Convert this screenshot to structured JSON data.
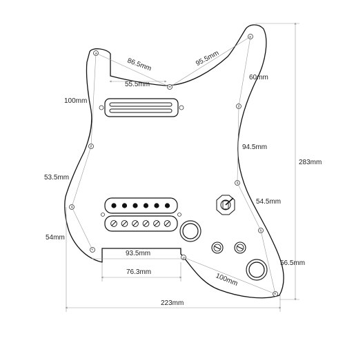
{
  "dimensions": {
    "d_86_5": "86.5mm",
    "d_95_5": "95.5mm",
    "d_55_5": "55.5mm",
    "d_60": "60mm",
    "d_100_left": "100mm",
    "d_283": "283mm",
    "d_94_5": "94.5mm",
    "d_53_5": "53.5mm",
    "d_54_5": "54.5mm",
    "d_54": "54mm",
    "d_93_5": "93.5mm",
    "d_56_5": "56.5mm",
    "d_76_3": "76.3mm",
    "d_100_bottom": "100mm",
    "d_223": "223mm"
  },
  "colors": {
    "pickguard": "#ffffff",
    "outline": "#111111",
    "dimension_line": "#9a9a9a",
    "pickup_pole": "#111111"
  },
  "components": {
    "neck_pickup": "rail-humbucker",
    "bridge_pickup": "humbucker-with-12-poles",
    "switch": "toggle-switch",
    "controls": [
      "volume-pot-hole",
      "tone-knob",
      "tone-knob",
      "output-jack-hole"
    ]
  }
}
